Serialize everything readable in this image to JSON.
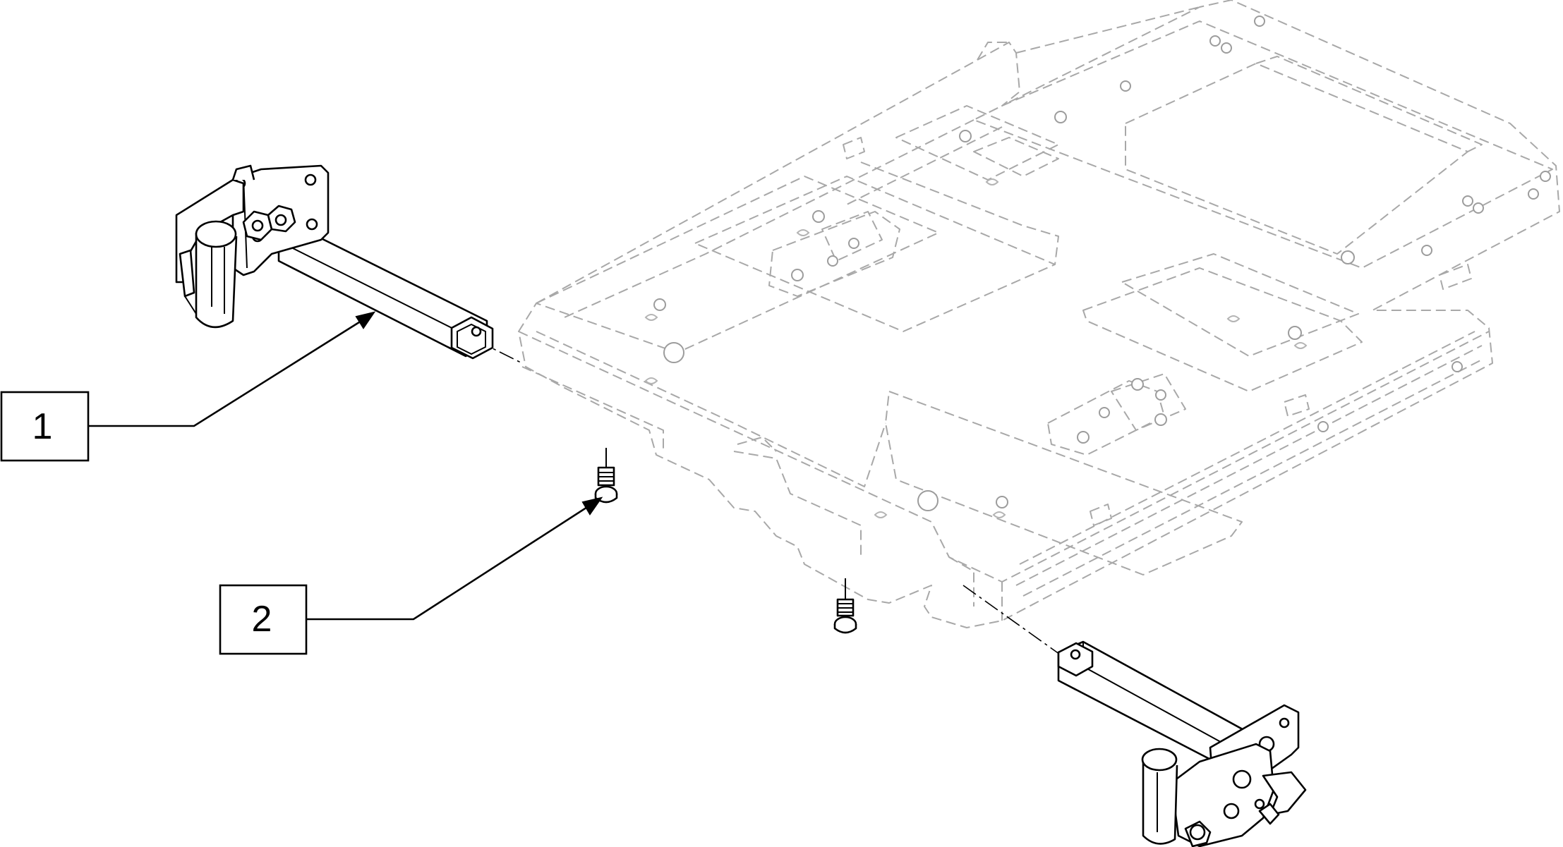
{
  "callouts": [
    {
      "id": "1",
      "label": "1"
    },
    {
      "id": "2",
      "label": "2"
    }
  ],
  "colors": {
    "part_outline": "#000000",
    "phantom_outline": "#a8a8a8",
    "background": "#ffffff"
  }
}
